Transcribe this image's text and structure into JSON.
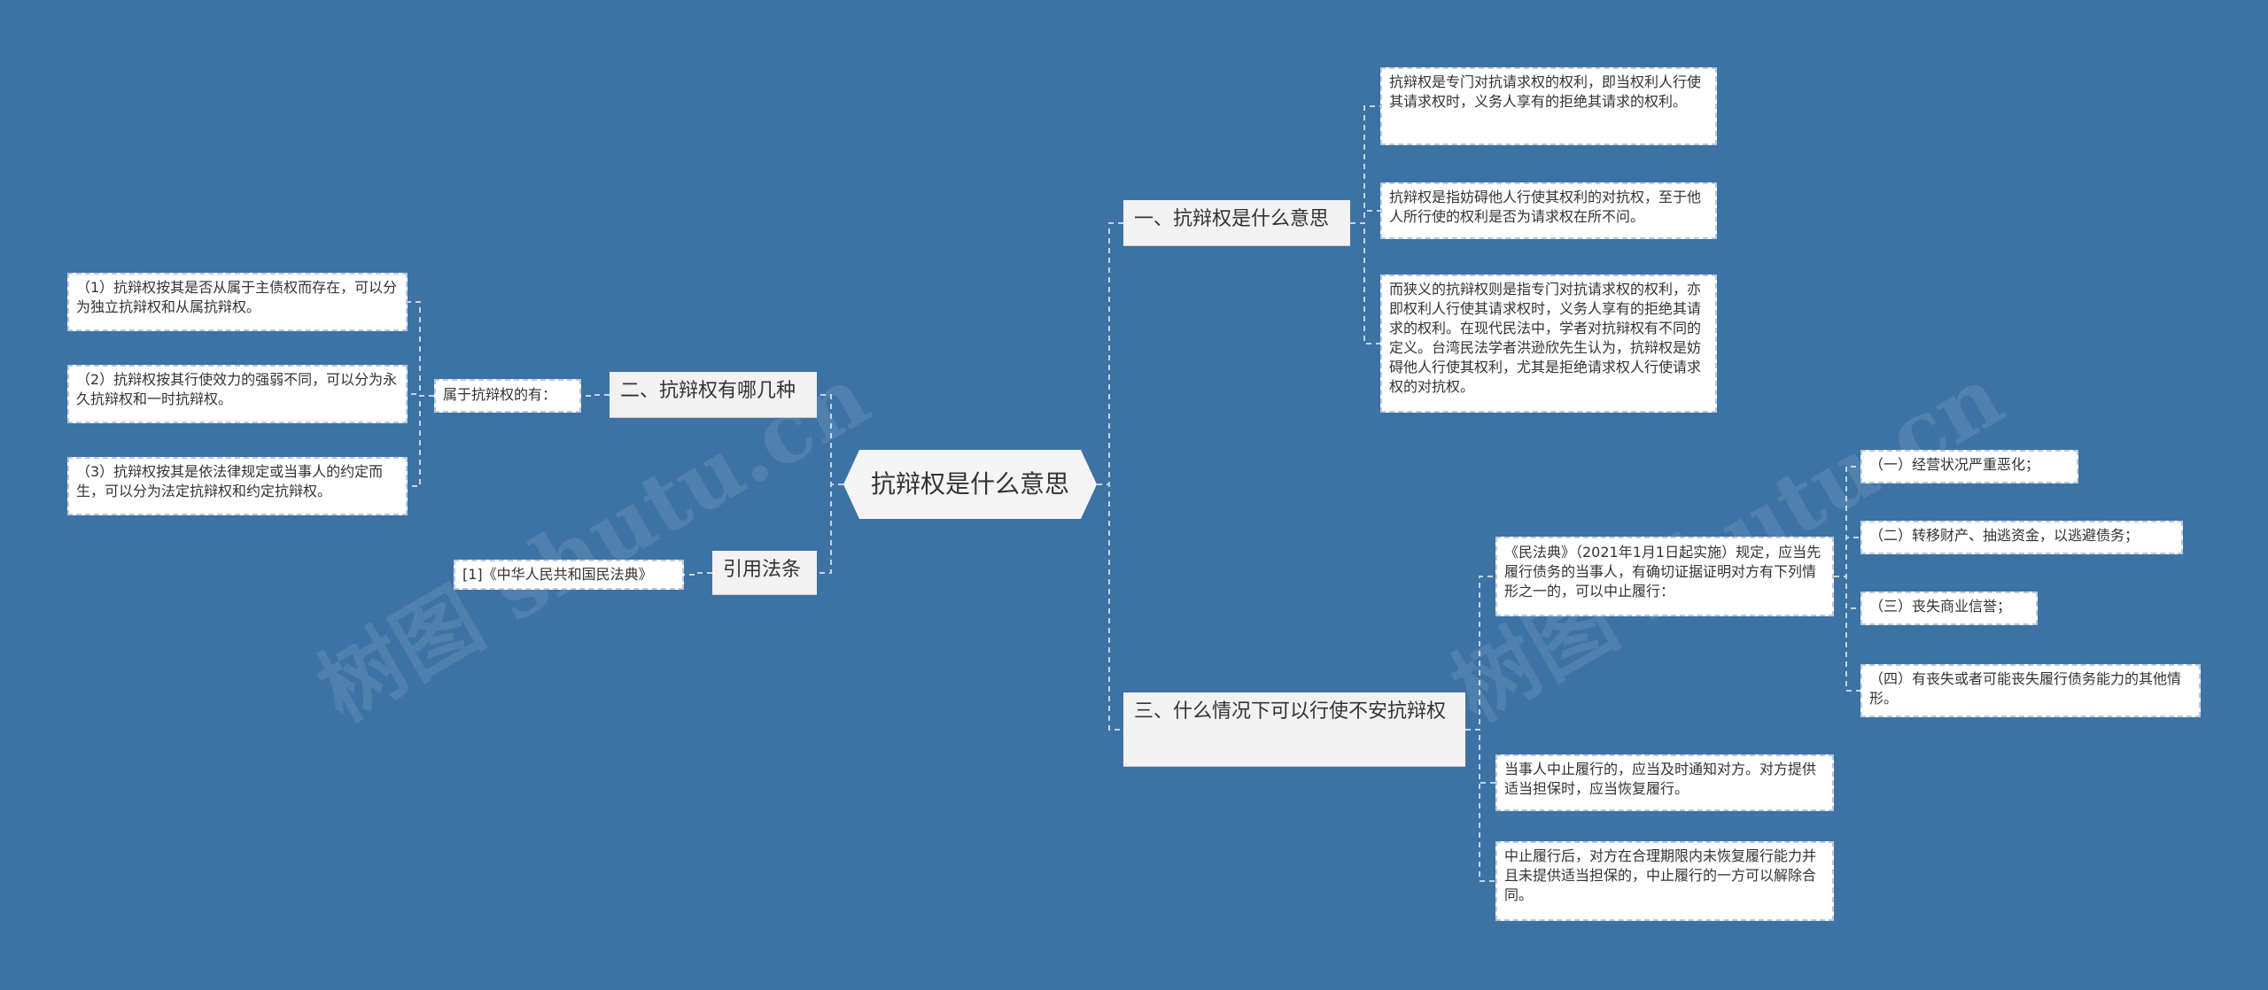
{
  "root": {
    "label": "抗辩权是什么意思"
  },
  "branch1": {
    "label": "一、抗辩权是什么意思",
    "leaves": [
      "抗辩权是专门对抗请求权的权利，即当权利人行使其请求权时，义务人享有的拒绝其请求的权利。",
      "抗辩权是指妨碍他人行使其权利的对抗权，至于他人所行使的权利是否为请求权在所不问。",
      "而狭义的抗辩权则是指专门对抗请求权的权利，亦即权利人行使其请求权时，义务人享有的拒绝其请求的权利。在现代民法中，学者对抗辩权有不同的定义。台湾民法学者洪逊欣先生认为，抗辩权是妨碍他人行使其权利，尤其是拒绝请求权人行使请求权的对抗权。"
    ]
  },
  "branch2": {
    "label": "二、抗辩权有哪几种",
    "mid": "属于抗辩权的有：",
    "leaves": [
      "（1）抗辩权按其是否从属于主债权而存在，可以分为独立抗辩权和从属抗辩权。",
      "（2）抗辩权按其行使效力的强弱不同，可以分为永久抗辩权和一时抗辩权。",
      "（3）抗辩权按其是依法律规定或当事人的约定而生，可以分为法定抗辩权和约定抗辩权。"
    ]
  },
  "branch3": {
    "label": "三、什么情况下可以行使不安抗辩权",
    "mid": "《民法典》（2021年1月1日起实施）规定，应当先履行债务的当事人，有确切证据证明对方有下列情形之一的，可以中止履行：",
    "mid_leaves": [
      "（一）经营状况严重恶化；",
      "（二）转移财产、抽逃资金，以逃避债务；",
      "（三）丧失商业信誉；",
      "（四）有丧失或者可能丧失履行债务能力的其他情形。"
    ],
    "leaves": [
      "当事人中止履行的，应当及时通知对方。对方提供适当担保时，应当恢复履行。",
      "中止履行后，对方在合理期限内未恢复履行能力并且未提供适当担保的，中止履行的一方可以解除合同。"
    ]
  },
  "branch4": {
    "label": "引用法条",
    "leaves": [
      "[1]《中华人民共和国民法典》"
    ]
  },
  "watermarks": [
    "树图 shutu.cn",
    "树图 shutu.cn"
  ],
  "colors": {
    "background": "#3d72a4",
    "connector": "#c7d5e6",
    "node": "#ffffff"
  }
}
